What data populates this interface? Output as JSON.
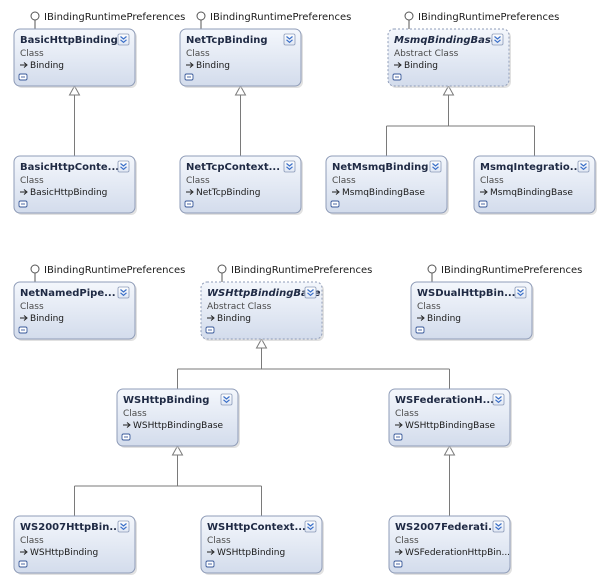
{
  "classes": [
    {
      "name": "BasicHttpBinding",
      "kind": "Class",
      "base": "Binding",
      "interface": "IBindingRuntimePreferences",
      "abstract": false
    },
    {
      "name": "NetTcpBinding",
      "kind": "Class",
      "base": "Binding",
      "interface": "IBindingRuntimePreferences",
      "abstract": false
    },
    {
      "name": "MsmqBindingBase",
      "kind": "Abstract Class",
      "base": "Binding",
      "interface": "IBindingRuntimePreferences",
      "abstract": true
    },
    {
      "name": "BasicHttpConte...",
      "kind": "Class",
      "base": "BasicHttpBinding",
      "interface": "",
      "abstract": false
    },
    {
      "name": "NetTcpContext...",
      "kind": "Class",
      "base": "NetTcpBinding",
      "interface": "",
      "abstract": false
    },
    {
      "name": "NetMsmqBinding",
      "kind": "Class",
      "base": "MsmqBindingBase",
      "interface": "",
      "abstract": false
    },
    {
      "name": "MsmqIntegratio...",
      "kind": "Class",
      "base": "MsmqBindingBase",
      "interface": "",
      "abstract": false
    },
    {
      "name": "NetNamedPipe...",
      "kind": "Class",
      "base": "Binding",
      "interface": "IBindingRuntimePreferences",
      "abstract": false
    },
    {
      "name": "WSHttpBindingBase",
      "kind": "Abstract Class",
      "base": "Binding",
      "interface": "IBindingRuntimePreferences",
      "abstract": true
    },
    {
      "name": "WSDualHttpBin...",
      "kind": "Class",
      "base": "Binding",
      "interface": "IBindingRuntimePreferences",
      "abstract": false
    },
    {
      "name": "WSHttpBinding",
      "kind": "Class",
      "base": "WSHttpBindingBase",
      "interface": "",
      "abstract": false
    },
    {
      "name": "WSFederationH...",
      "kind": "Class",
      "base": "WSHttpBindingBase",
      "interface": "",
      "abstract": false
    },
    {
      "name": "WS2007HttpBin...",
      "kind": "Class",
      "base": "WSHttpBinding",
      "interface": "",
      "abstract": false
    },
    {
      "name": "WSHttpContext...",
      "kind": "Class",
      "base": "WSHttpBinding",
      "interface": "",
      "abstract": false
    },
    {
      "name": "WS2007Federati...",
      "kind": "Class",
      "base": "WSFederationHttpBin...",
      "interface": "",
      "abstract": false
    }
  ],
  "inheritance": [
    {
      "child": 3,
      "parent": 0
    },
    {
      "child": 4,
      "parent": 1
    },
    {
      "child": 5,
      "parent": 2
    },
    {
      "child": 6,
      "parent": 2
    },
    {
      "child": 10,
      "parent": 8
    },
    {
      "child": 11,
      "parent": 8
    },
    {
      "child": 12,
      "parent": 10
    },
    {
      "child": 13,
      "parent": 10
    },
    {
      "child": 14,
      "parent": 11
    }
  ],
  "colors": {
    "box_fill_top": "#f4f7fc",
    "box_fill_bottom": "#d3dcec",
    "box_border": "#8f9cb8",
    "abstract_border": "#8f9cb8",
    "text": "#1f2a44",
    "line": "#7a7a7a",
    "toggle_icon": "#3a6fc8"
  },
  "icons": {
    "interface": "lollipop-icon",
    "expand": "double-chevron-down-icon",
    "base_arrow": "inherit-arrow-icon",
    "compartment": "collapsed-compartment-icon"
  }
}
